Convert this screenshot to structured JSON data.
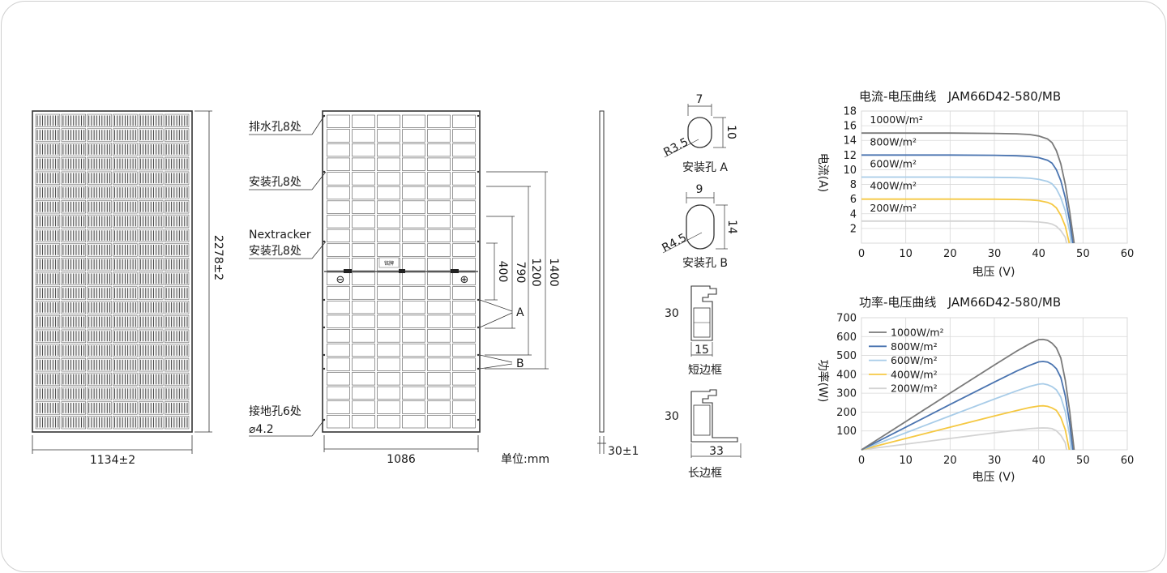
{
  "front_view": {
    "width_label": "1134±2",
    "height_label": "2278±2"
  },
  "back_view": {
    "drain_holes": "排水孔8处",
    "mount_holes": "安装孔8处",
    "nextracker_line1": "Nextracker",
    "nextracker_line2": "安装孔8处",
    "ground_line1": "接地孔6处",
    "ground_line2": "⌀4.2",
    "width_label": "1086",
    "dim_400": "400",
    "dim_790": "790",
    "dim_1200": "1200",
    "dim_1400": "1400",
    "hole_a": "A",
    "hole_b": "B",
    "minus": "⊖",
    "plus": "⊕",
    "jbox": "铭牌"
  },
  "unit": "单位:mm",
  "side_view": {
    "thickness": "30±1"
  },
  "hole_a": {
    "width": "7",
    "height": "10",
    "radius": "R3.5",
    "caption": "安装孔 A"
  },
  "hole_b": {
    "width": "9",
    "height": "14",
    "radius": "R4.5",
    "caption": "安装孔 B"
  },
  "short_frame": {
    "height": "30",
    "width": "15",
    "caption": "短边框"
  },
  "long_frame": {
    "height": "30",
    "width": "33",
    "caption": "长边框"
  },
  "colors": {
    "s1000": "#7a7a7a",
    "s800": "#4a74b0",
    "s600": "#a8cce8",
    "s400": "#f5c842",
    "s200": "#d3d3d3",
    "grid": "#d8d8d8"
  },
  "chart_data": [
    {
      "type": "line",
      "title": "电流-电压曲线   JAM66D42-580/MB",
      "xlabel": "电压 (V)",
      "ylabel": "电流(A)",
      "xlim": [
        0,
        60
      ],
      "ylim": [
        0,
        18
      ],
      "xticks": [
        "0",
        "10",
        "20",
        "30",
        "40",
        "50",
        "60"
      ],
      "yticks": [
        "2",
        "4",
        "6",
        "8",
        "10",
        "12",
        "14",
        "16",
        "18"
      ],
      "grid": true,
      "series": [
        {
          "name": "1000W/m²",
          "color": "#7a7a7a",
          "x": [
            0,
            10,
            20,
            30,
            35,
            38,
            40,
            42,
            43,
            44,
            45,
            46,
            47,
            48
          ],
          "y": [
            15.0,
            15.0,
            15.0,
            14.95,
            14.9,
            14.8,
            14.6,
            14.2,
            13.7,
            12.6,
            10.8,
            8.0,
            4.3,
            0
          ]
        },
        {
          "name": "800W/m²",
          "color": "#4a74b0",
          "x": [
            0,
            10,
            20,
            30,
            35,
            38,
            40,
            42,
            43,
            44,
            45,
            46,
            47,
            47.7
          ],
          "y": [
            12.0,
            12.0,
            12.0,
            11.97,
            11.9,
            11.8,
            11.65,
            11.3,
            10.9,
            10.0,
            8.5,
            6.2,
            3.0,
            0
          ]
        },
        {
          "name": "600W/m²",
          "color": "#a8cce8",
          "x": [
            0,
            10,
            20,
            30,
            35,
            38,
            40,
            42,
            43,
            44,
            45,
            46,
            47,
            47.3
          ],
          "y": [
            9.0,
            9.0,
            9.0,
            8.97,
            8.92,
            8.85,
            8.7,
            8.4,
            8.1,
            7.4,
            6.2,
            4.4,
            1.6,
            0
          ]
        },
        {
          "name": "400W/m²",
          "color": "#f5c842",
          "x": [
            0,
            10,
            20,
            30,
            35,
            38,
            40,
            42,
            43,
            44,
            45,
            46,
            46.9
          ],
          "y": [
            6.0,
            6.0,
            6.0,
            5.98,
            5.95,
            5.9,
            5.8,
            5.55,
            5.3,
            4.8,
            3.8,
            2.3,
            0
          ]
        },
        {
          "name": "200W/m²",
          "color": "#d3d3d3",
          "x": [
            0,
            10,
            20,
            30,
            35,
            38,
            40,
            42,
            43,
            44,
            45,
            46,
            46.3
          ],
          "y": [
            3.0,
            3.0,
            3.0,
            2.99,
            2.97,
            2.94,
            2.88,
            2.75,
            2.6,
            2.3,
            1.7,
            0.8,
            0
          ]
        }
      ]
    },
    {
      "type": "line",
      "title": "功率-电压曲线   JAM66D42-580/MB",
      "xlabel": "电压 (V)",
      "ylabel": "功率(W)",
      "xlim": [
        0,
        60
      ],
      "ylim": [
        0,
        700
      ],
      "xticks": [
        "0",
        "10",
        "20",
        "30",
        "40",
        "50",
        "60"
      ],
      "yticks": [
        "100",
        "200",
        "300",
        "400",
        "500",
        "600",
        "700"
      ],
      "grid": true,
      "legend": "top-left",
      "series": [
        {
          "name": "1000W/m²",
          "color": "#7a7a7a",
          "x": [
            0,
            10,
            20,
            30,
            35,
            38,
            40,
            41,
            42,
            43,
            44,
            45,
            46,
            47,
            48
          ],
          "y": [
            0,
            150,
            300,
            449,
            522,
            562,
            584,
            585,
            580,
            565,
            540,
            486,
            368,
            205,
            0
          ]
        },
        {
          "name": "800W/m²",
          "color": "#4a74b0",
          "x": [
            0,
            10,
            20,
            30,
            35,
            38,
            40,
            41,
            42,
            43,
            44,
            45,
            46,
            47,
            47.7
          ],
          "y": [
            0,
            120,
            240,
            359,
            417,
            448,
            466,
            468,
            465,
            452,
            430,
            383,
            285,
            141,
            0
          ]
        },
        {
          "name": "600W/m²",
          "color": "#a8cce8",
          "x": [
            0,
            10,
            20,
            30,
            35,
            38,
            40,
            41,
            42,
            43,
            44,
            45,
            46,
            47,
            47.3
          ],
          "y": [
            0,
            90,
            180,
            269,
            312,
            336,
            348,
            350,
            345,
            335,
            318,
            279,
            202,
            75,
            0
          ]
        },
        {
          "name": "400W/m²",
          "color": "#f5c842",
          "x": [
            0,
            10,
            20,
            30,
            35,
            38,
            40,
            41,
            42,
            43,
            44,
            45,
            46,
            46.9
          ],
          "y": [
            0,
            60,
            120,
            179,
            208,
            224,
            232,
            233,
            230,
            222,
            209,
            171,
            106,
            0
          ]
        },
        {
          "name": "200W/m²",
          "color": "#d3d3d3",
          "x": [
            0,
            10,
            20,
            30,
            35,
            38,
            40,
            41,
            42,
            43,
            44,
            45,
            46,
            46.3
          ],
          "y": [
            0,
            30,
            60,
            90,
            104,
            112,
            115,
            116,
            115,
            112,
            101,
            77,
            37,
            0
          ]
        }
      ]
    }
  ]
}
